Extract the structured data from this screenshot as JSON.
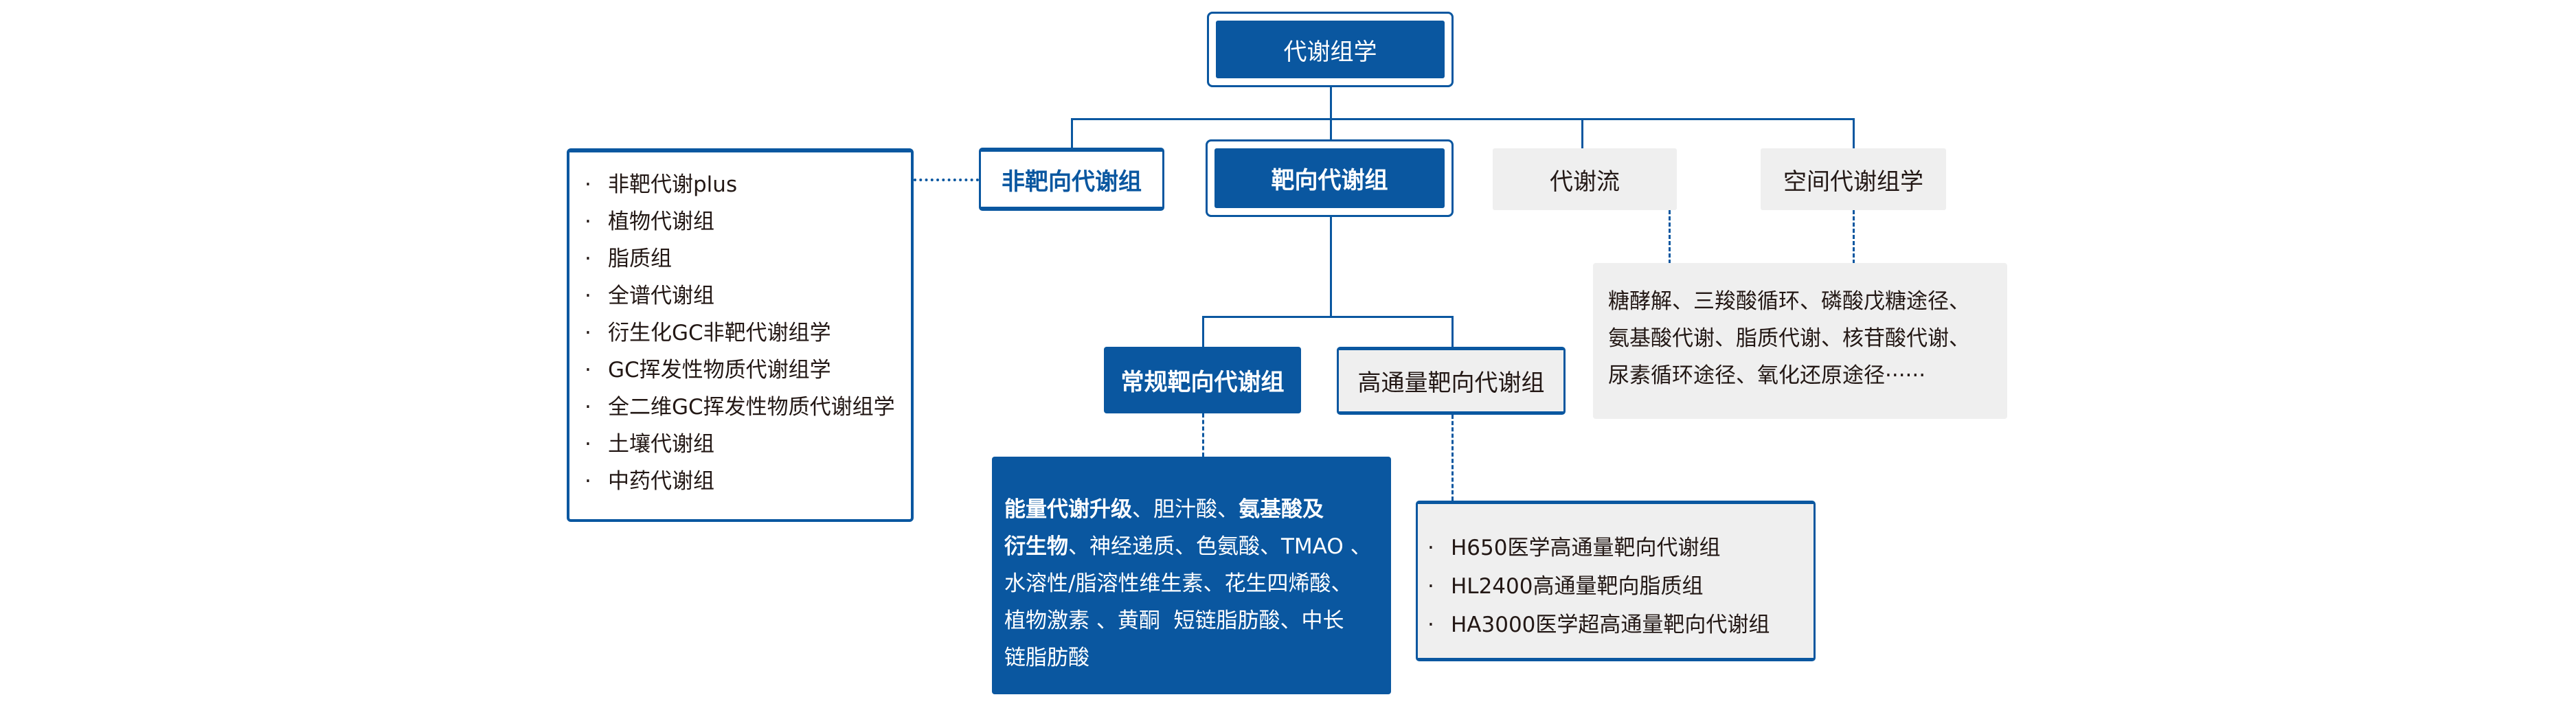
{
  "root": {
    "label": "代谢组学"
  },
  "level1": {
    "untargeted": "非靶向代谢组",
    "targeted": "靶向代谢组",
    "flux": "代谢流",
    "spatial": "空间代谢组学"
  },
  "untargeted_items": [
    "非靶代谢plus",
    "植物代谢组",
    "脂质组",
    "全谱代谢组",
    "衍生化GC非靶代谢组学",
    "GC挥发性物质代谢组学",
    "全二维GC挥发性物质代谢组学",
    "土壤代谢组",
    "中药代谢组"
  ],
  "flux_pathways": [
    "糖酵解、三羧酸循环、磷酸戊糖途径、",
    "氨基酸代谢、脂质代谢、核苷酸代谢、",
    "尿素循环途径、氧化还原途径······"
  ],
  "level2": {
    "conventional": "常规靶向代谢组",
    "high_throughput": "高通量靶向代谢组"
  },
  "conventional_items": {
    "l1a": "能量代谢升级",
    "l1b": "、胆汁酸、",
    "l1c": "氨基酸及",
    "l2a": "衍生物",
    "l2b": "、神经递质、色氨酸、TMAO 、",
    "l3": "水溶性/脂溶性维生素、花生四烯酸、",
    "l4": "植物激素 、黄酮  短链脂肪酸、中长",
    "l5": "链脂肪酸"
  },
  "high_throughput_items": [
    "H650医学高通量靶向代谢组",
    "HL2400高通量靶向脂质组",
    "HA3000医学超高通量靶向代谢组"
  ],
  "colors": {
    "brand_blue": "#0a57a0",
    "panel_gray": "#efefef",
    "text": "#231815"
  }
}
